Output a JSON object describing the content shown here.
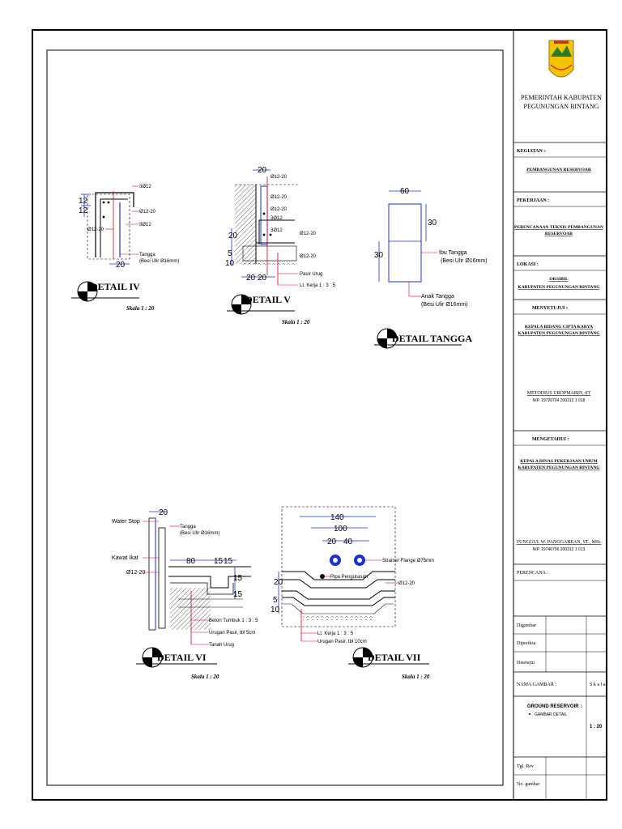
{
  "details": {
    "iv": {
      "title": "DETAIL IV",
      "scale": "Skala 1 : 20",
      "labels": {
        "d12_top": "3Ø12",
        "d12_20": "Ø12-20",
        "d12_mid": "3Ø12",
        "d12_20_left": "Ø12-20",
        "tangga": "Tangga",
        "besi_ulir": "(Besi Ulir Ø16mm)"
      },
      "dims": {
        "top": "12",
        "mid": "12",
        "bottom": "20"
      }
    },
    "v": {
      "title": "DETAIL V",
      "scale": "Skala 1 : 20",
      "labels": {
        "d12_20_a": "Ø12-20",
        "d12_20_b": "Ø12-20",
        "d12_a": "3Ø12",
        "d12_20_c": "Ø12-20",
        "d12_b": "3Ø12",
        "d12_20_d": "Ø12-20",
        "d12_20_e": "Ø12-20",
        "pasir_urug": "Pasir Urug",
        "lt_kerja": "Lt. Kerja 1 : 3 : 5"
      },
      "dims": {
        "top": "20",
        "left_a": "20",
        "left_b": "5",
        "left_c": "10",
        "bottom_a": "20",
        "bottom_b": "20"
      }
    },
    "tangga": {
      "title": "DETAIL TANGGA",
      "labels": {
        "ibu_tangga": "Ibu Tangga",
        "ibu_besi": "(Besi Ulir Ø16mm)",
        "anak_tangga": "Anak Tangga",
        "anak_besi": "(Besi Ulir Ø16mm)"
      },
      "dims": {
        "width": "60",
        "right": "30",
        "left": "30"
      }
    },
    "vi": {
      "title": "DETAIL VI",
      "scale": "Skala 1 : 20",
      "labels": {
        "water_stop": "Water Stop",
        "kawat_ikat": "Kawat Ikat",
        "d12_20": "Ø12-20",
        "tangga": "Tangga",
        "besi_ulir": "(Besi Ulir Ø16mm)",
        "beton_tumbuk": "Beton Tumbuk 1 : 3 : 5",
        "urugan_pasir": "Urugan Pasir, tbl 5cm",
        "tanah_urug": "Tanah Urug"
      },
      "dims": {
        "top": "20",
        "a": "80",
        "b": "15",
        "c": "15",
        "d": "15",
        "e": "15"
      }
    },
    "vii": {
      "title": "DETAIL VII",
      "scale": "Skala 1 : 20",
      "labels": {
        "strainer": "Strainer Flange Ø75mm",
        "pipa_pengurasan": "Pipa Pengurasan",
        "d12_20": "Ø12-20",
        "lt_kerja": "Lt. Kerja 1 : 3 : 5",
        "urugan_pasir": "Urugan Pasir, tbl 10cm"
      },
      "dims": {
        "a": "140",
        "b": "100",
        "c": "20",
        "d": "40",
        "left_a": "20",
        "left_b": "5",
        "left_c": "10"
      }
    }
  },
  "title_block": {
    "org_line1": "PEMERINTAH KABUPATEN",
    "org_line2": "PEGUNUNGAN BINTANG",
    "kegiatan_label": "KEGIATAN :",
    "kegiatan_value": "PEMBANGUNAN RESERVOAR",
    "pekerjaan_label": "PEKERJAAN :",
    "pekerjaan_value1": "PERENCANAAN TEKNIS PEMBANGUNAN",
    "pekerjaan_value2": "RESERVOAR",
    "lokasi_label": "LOKASI :",
    "lokasi_value1": "OKSIBIL",
    "lokasi_value2": "KABUPATEN PEGUNUNGAN BINTANG",
    "menyetujui_label": "MENYETUJUI :",
    "menyetujui_value1": "KEPALA BIDANG CIPTA KARYA",
    "menyetujui_value2": "KABUPATEN PEGUNUNGAN BINTANG",
    "menyetujui_name": "METODIUS UROPMABIN, ST",
    "menyetujui_nip": "NIP. 19720704 200312 1 018",
    "mengetahui_label": "MENGETAHUI :",
    "mengetahui_value1": "KEPALA DINAS PEKERJAAN UMUM",
    "mengetahui_value2": "KABUPATEN PEGUNUNGAN BINTANG",
    "mengetahui_name": "TUNGGUL W. PANGGABEAN, ST., MSi.",
    "mengetahui_nip": "NIP. 19740706 200312 1 013",
    "perencana_label": "PERENCANA :",
    "digambar": "Digambar",
    "diperiksa": "Diperiksa",
    "disetujui": "Disetujui",
    "nama_gambar": "NAMA GAMBAR :",
    "skala_label": "S k a l a",
    "drawing_name": "GROUND RESERVOIR :",
    "drawing_item": "GAMBAR DETAIL",
    "drawing_scale": "1 : 20",
    "tgl_rev": "Tgl. Rev",
    "no_gambar": "No. gambar"
  }
}
